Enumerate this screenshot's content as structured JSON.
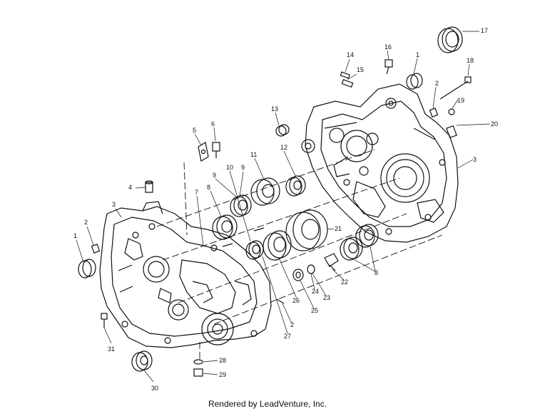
{
  "diagram": {
    "callouts": [
      "1",
      "2",
      "3",
      "4",
      "5",
      "6",
      "7",
      "8",
      "9",
      "10",
      "11",
      "12",
      "13",
      "14",
      "15",
      "16",
      "17",
      "18",
      "19",
      "20",
      "21",
      "22",
      "23",
      "24",
      "25",
      "26",
      "27",
      "28",
      "29",
      "30",
      "31"
    ]
  },
  "footer": {
    "text": "Rendered by LeadVenture, Inc."
  }
}
